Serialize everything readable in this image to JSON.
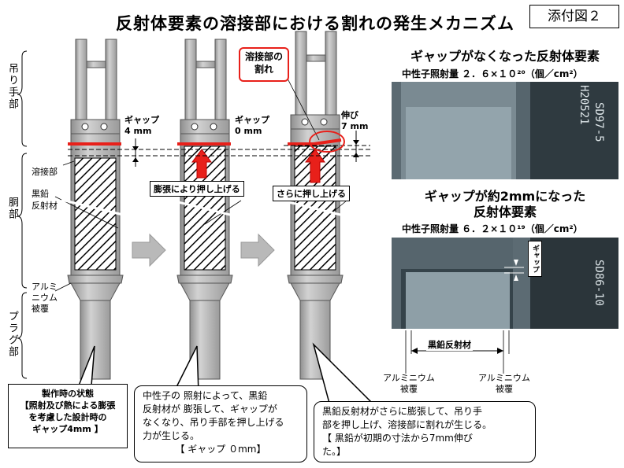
{
  "title": "反射体要素の溶接部における割れの発生メカニズム",
  "attachment": "添付図２",
  "left_labels": {
    "handle": "吊り手部",
    "weld": "溶接部",
    "graphite_line1": "黒鉛",
    "graphite_line2": "反射材",
    "body": "胴部",
    "al_line1": "アルミ",
    "al_line2": "ニウム",
    "al_line3": "被覆",
    "plug": "プラグ部"
  },
  "stage1": {
    "gap_label": "ギャップ",
    "gap_value": "4 mm"
  },
  "stage2": {
    "gap_label": "ギャップ",
    "gap_value": "0 mm",
    "red_label": "膨張により押し上げる"
  },
  "stage3": {
    "crack_line1": "溶接部の",
    "crack_line2": "割れ",
    "ext_label": "伸び",
    "ext_value": "7 mm",
    "red_label": "さらに押し上げる"
  },
  "photo1": {
    "title": "ギャップがなくなった反射体要素",
    "fluence": "中性子照射量 ２．６×１０²⁰（個／cm²）",
    "stamp1": "H20521",
    "stamp2": "SD97-5"
  },
  "photo2": {
    "title_line1": "ギャップが約2mmになった",
    "title_line2": "反射体要素",
    "fluence": "中性子照射量 ６．２×１０¹⁹（個／cm²）",
    "gap_tag": "ギャップ",
    "stamp": "SD86-10",
    "graphite": "黒鉛反射材",
    "al_left1": "アルミニウム",
    "al_left2": "被覆",
    "al_right1": "アルミニウム",
    "al_right2": "被覆"
  },
  "note1": {
    "line1": "製作時の状態",
    "line2": "【照射及び熱による膨張",
    "line3": "を考慮した設計時の",
    "line4": "ギャップ4mm 】"
  },
  "note2": {
    "line1": "中性子の 照射によって、黒鉛",
    "line2": "反射材が 膨張して、ギャップが",
    "line3": "なくなり、吊り手部を押し上げる",
    "line4": "力が生じる。",
    "line5": "【 ギャップ ０mm】"
  },
  "note3": {
    "line1": "黒鉛反射材がさらに膨張して、吊り手",
    "line2": "部を押し上げ、溶接部に割れが生じる。",
    "line3": "【 黒鉛が初期の寸法から7mm伸び",
    "line4": "た。】"
  },
  "colors": {
    "red": "#e8201a",
    "metal": "#b5b5b5",
    "photo_bg": "#3f4e56"
  }
}
